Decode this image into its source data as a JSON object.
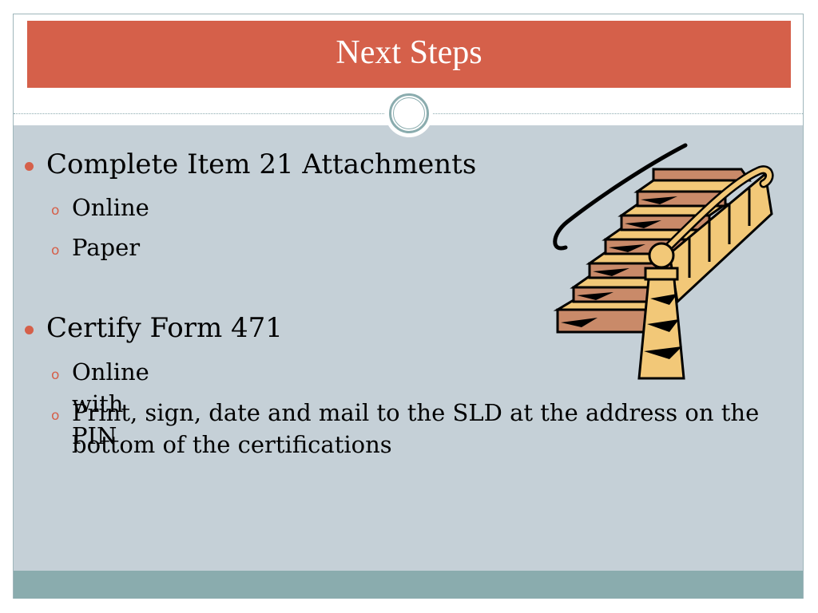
{
  "slide": {
    "title": "Next Steps",
    "bullets": [
      {
        "text": "Complete Item 21 Attachments",
        "sub": [
          "Online",
          "Paper"
        ]
      },
      {
        "text": "Certify Form 471",
        "sub": [
          "Online with PIN",
          "Print, sign, date and mail to the SLD at the address on the bottom of the certifications"
        ]
      }
    ],
    "sub_bullet_glyph": "o",
    "clipart": "staircase-clipart"
  },
  "colors": {
    "title_bar": "#d5604a",
    "content_bg": "#c5d0d7",
    "footer_bar": "#8aacae",
    "bullet": "#d5604a"
  }
}
